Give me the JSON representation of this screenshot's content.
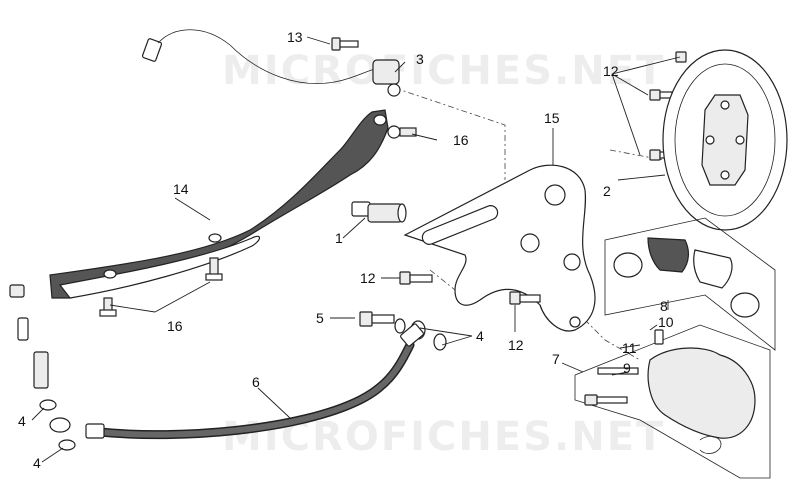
{
  "watermark": "MICROFICHES.NET",
  "callouts": {
    "c1": "1",
    "c2": "2",
    "c3": "3",
    "c4a": "4",
    "c4b": "4",
    "c4c": "4",
    "c5": "5",
    "c6": "6",
    "c7": "7",
    "c8": "8",
    "c9": "9",
    "c10": "10",
    "c11": "11",
    "c12a": "12",
    "c12b": "12",
    "c12c": "12",
    "c13": "13",
    "c14": "14",
    "c15": "15",
    "c16a": "16",
    "c16b": "16"
  }
}
